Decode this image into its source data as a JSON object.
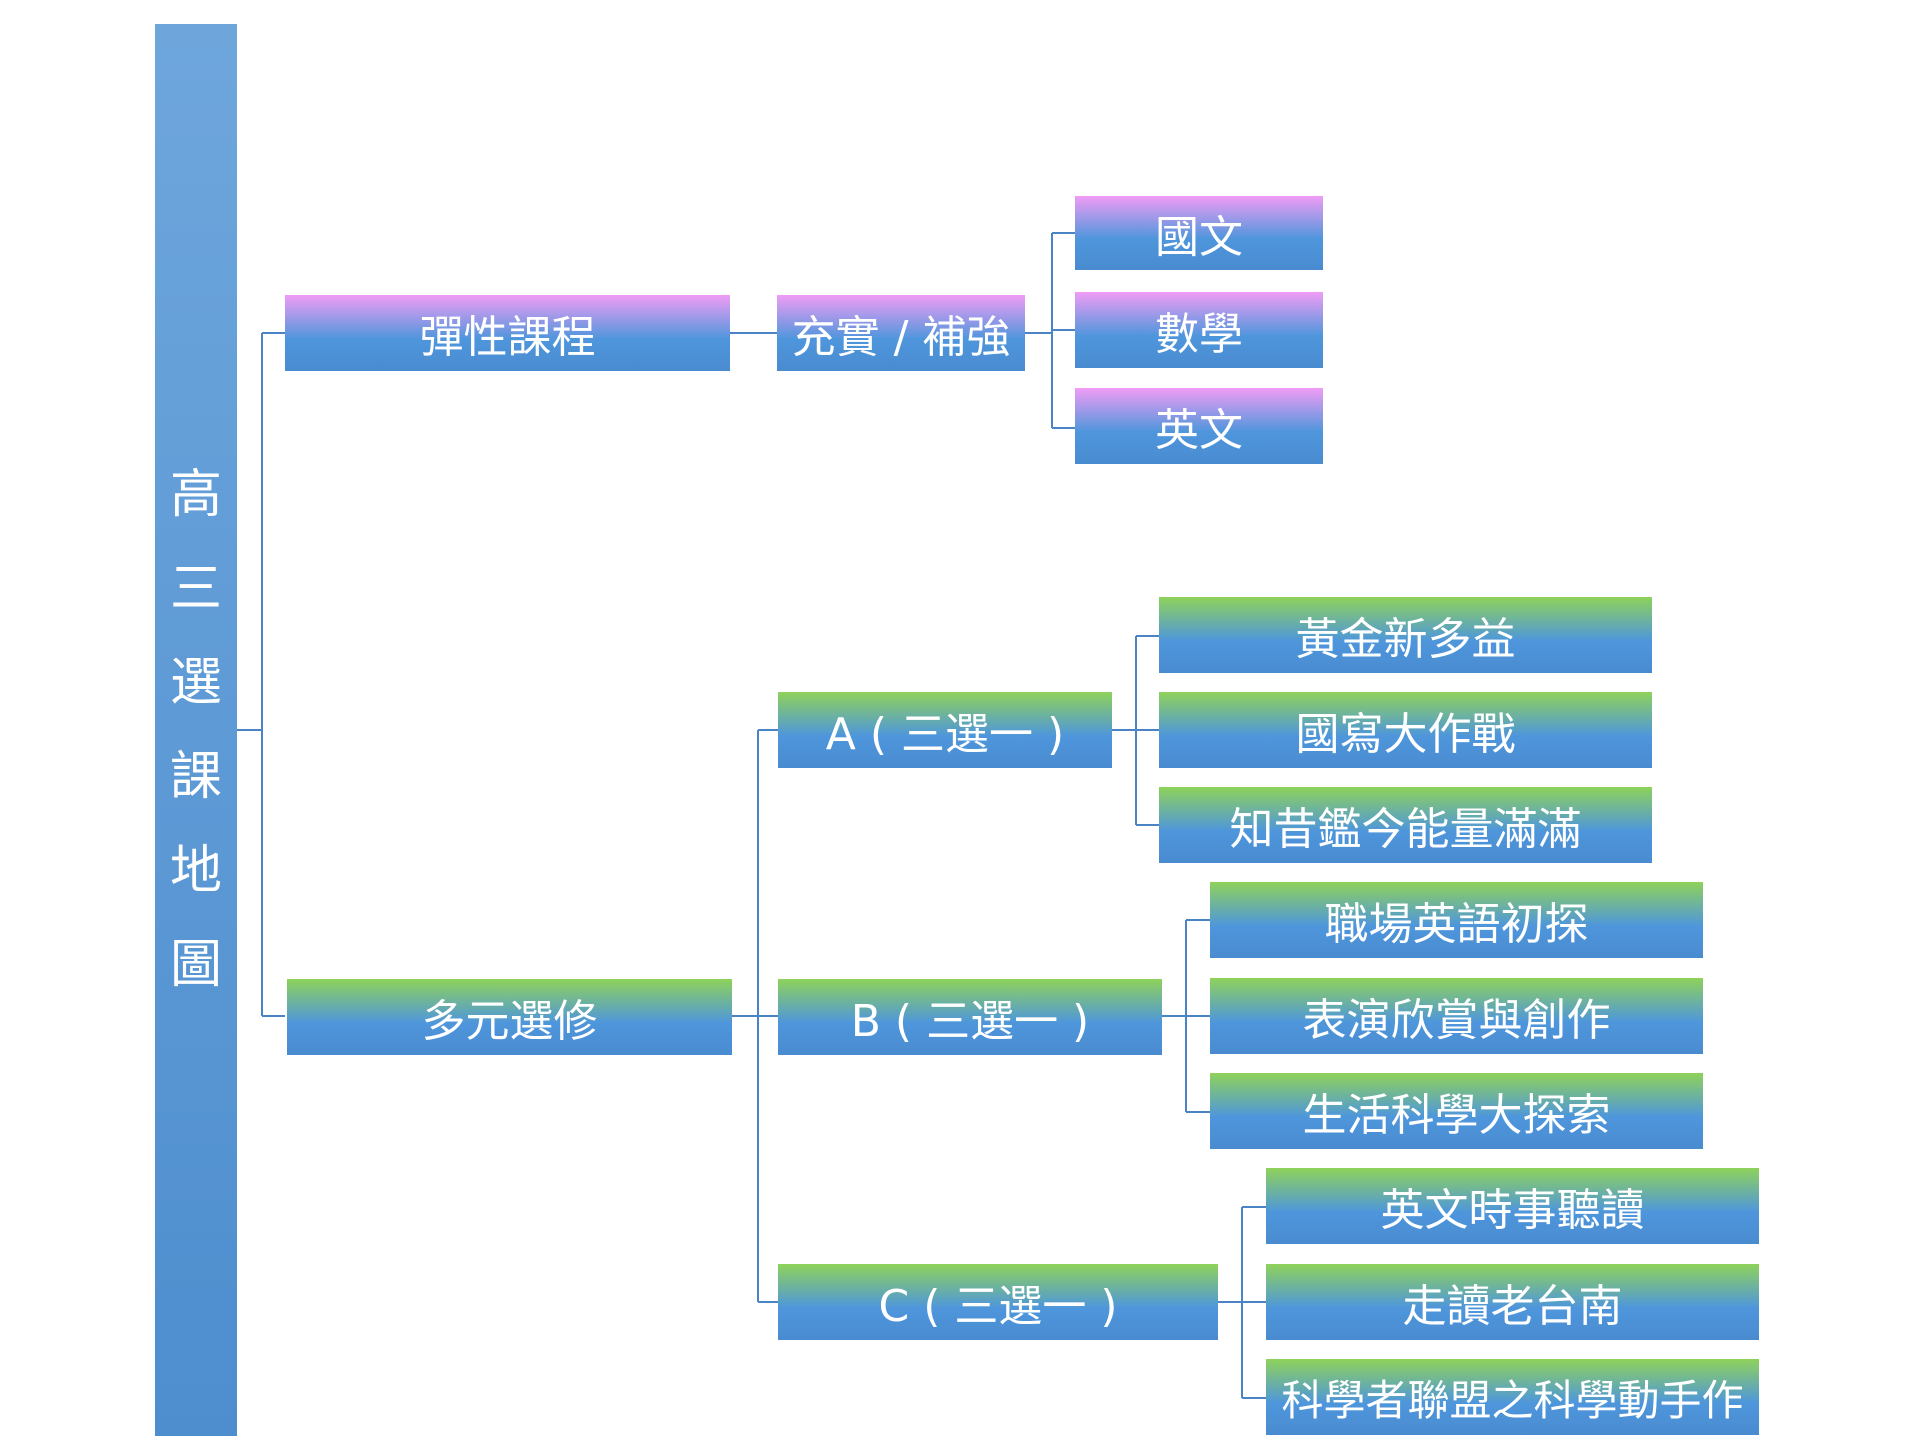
{
  "colors": {
    "connector": "#4a84c4",
    "node_blue": "#4a8bd0",
    "pink_top": "#f09cf5",
    "green_top": "#8fd25b",
    "text": "#ffffff"
  },
  "diagram": {
    "root": {
      "label": "高三選課地圖",
      "chars": [
        "高",
        "三",
        "選",
        "課",
        "地",
        "圖"
      ]
    },
    "flexible": {
      "label": "彈性課程",
      "sub": {
        "label": "充實 / 補強",
        "subjects": [
          "國文",
          "數學",
          "英文"
        ]
      }
    },
    "elective": {
      "label": "多元選修",
      "groups": [
        {
          "label": "A ( 三選一 )",
          "courses": [
            "黃金新多益",
            "國寫大作戰",
            "知昔鑑今能量滿滿"
          ]
        },
        {
          "label": "B ( 三選一 )",
          "courses": [
            "職場英語初探",
            "表演欣賞與創作",
            "生活科學大探索"
          ]
        },
        {
          "label": "C ( 三選一 )",
          "courses": [
            "英文時事聽讀",
            "走讀老台南",
            "科學者聯盟之科學動手作"
          ]
        }
      ]
    }
  }
}
